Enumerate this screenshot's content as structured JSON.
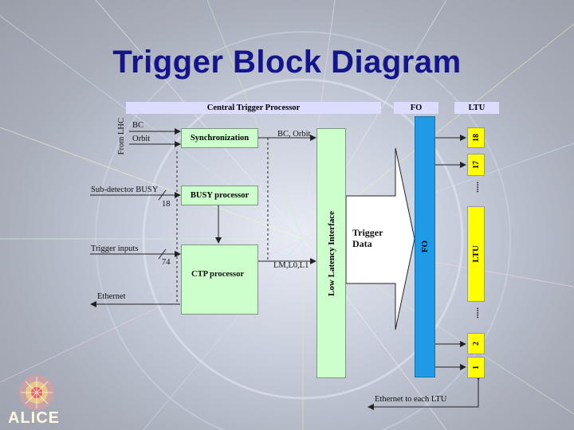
{
  "title": "Trigger Block Diagram",
  "header": {
    "ctp": "Central Trigger Processor",
    "fo": "FO",
    "ltu": "LTU"
  },
  "inputs": {
    "from_lhc": "From LHC",
    "bc": "BC",
    "orbit": "Orbit",
    "sub_busy": "Sub-detector BUSY",
    "busy_count": "18",
    "trigger_inputs": "Trigger inputs",
    "trigger_count": "74",
    "ethernet": "Ethernet"
  },
  "blocks": {
    "sync": "Synchronization",
    "busy": "BUSY processor",
    "ctp": "CTP processor",
    "lli": "Low Latency Interface",
    "trigger_data": "Trigger Data",
    "fo": "FO",
    "ltu": "LTU"
  },
  "signals": {
    "bc_orbit": "BC, Orbit",
    "lm": "LM,L0,L1"
  },
  "ltu_slots": {
    "s18": "18",
    "s17": "17",
    "s2": "2",
    "s1": "1",
    "dots": "....."
  },
  "footer": {
    "ethernet_ltu": "Ethernet to each LTU"
  },
  "logo": {
    "text": "ALICE"
  },
  "colors": {
    "title": "#14148c",
    "block_fill": "#ccffcc",
    "header_fill": "#dcdcff",
    "fo_blue": "#1e9ae6",
    "ltu_yellow": "#ffff00"
  }
}
